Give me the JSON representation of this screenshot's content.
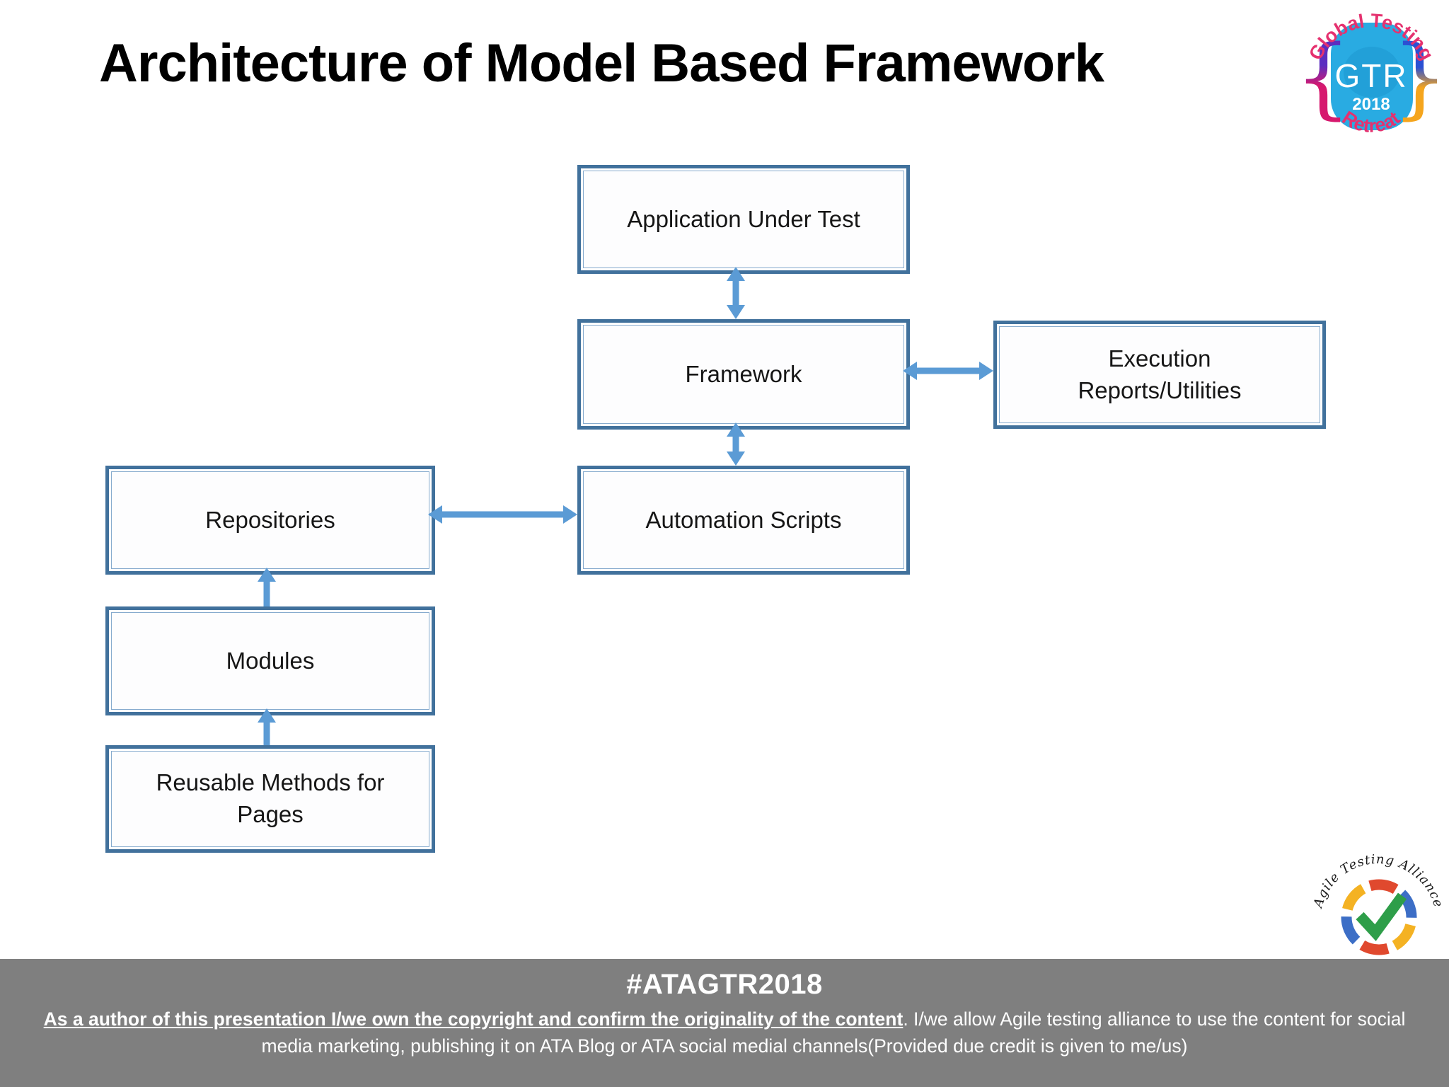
{
  "theme": {
    "box_border": "#41719C",
    "box_fill": "#FDFDFE",
    "arrow": "#5B9BD5",
    "footer_bg": "#7F7F7F",
    "footer_text": "#FFFFFF",
    "title_color": "#000000",
    "gtr_pink": "#E5316F",
    "gtr_blue": "#29ABE2",
    "ata_green": "#2E9E49"
  },
  "header": {
    "title": "Architecture of Model Based Framework"
  },
  "logos": {
    "gtr": {
      "top_arc": "Global Testing",
      "acronym": "GTR",
      "year": "2018",
      "bottom_arc": "Retreat"
    },
    "ata": {
      "arc": "Agile Testing Alliance"
    }
  },
  "diagram": {
    "boxes": [
      {
        "id": "application-under-test",
        "label": "Application Under Test"
      },
      {
        "id": "framework",
        "label": "Framework"
      },
      {
        "id": "execution-reports-utilities",
        "label": "Execution\nReports/Utilities"
      },
      {
        "id": "automation-scripts",
        "label": "Automation Scripts"
      },
      {
        "id": "repositories",
        "label": "Repositories"
      },
      {
        "id": "modules",
        "label": "Modules"
      },
      {
        "id": "reusable-methods-for-pages",
        "label": "Reusable Methods for\nPages"
      }
    ],
    "connections": [
      {
        "from": "application-under-test",
        "to": "framework",
        "type": "bidirectional"
      },
      {
        "from": "framework",
        "to": "execution-reports-utilities",
        "type": "bidirectional"
      },
      {
        "from": "framework",
        "to": "automation-scripts",
        "type": "bidirectional"
      },
      {
        "from": "repositories",
        "to": "automation-scripts",
        "type": "bidirectional"
      },
      {
        "from": "modules",
        "to": "repositories",
        "type": "up"
      },
      {
        "from": "reusable-methods-for-pages",
        "to": "modules",
        "type": "up"
      }
    ]
  },
  "footer": {
    "hashtag": "#ATAGTR2018",
    "copyright_bold": "As a author of this presentation I/we own the copyright and confirm the originality of the content",
    "copyright_rest": ". I/we allow Agile testing alliance to use the content for social media marketing, publishing it on ATA Blog or ATA social medial channels(Provided due credit is given to me/us)"
  }
}
